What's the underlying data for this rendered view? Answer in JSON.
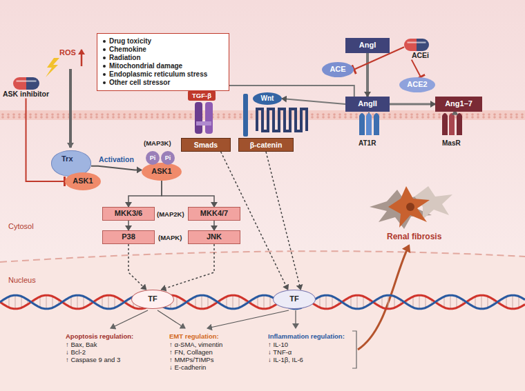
{
  "diagram": {
    "nodes": [
      {
        "text": [
          "ASK inhibitor"
        ]
      },
      {
        "text": [
          "Drug toxicity",
          "Chemokine",
          "Radiation",
          "Mitochondrial damage",
          "Endoplasmic reticulum stress",
          "Other cell stressor"
        ]
      },
      {
        "text": [
          "Trx"
        ]
      },
      {
        "text": [
          "ASK1"
        ]
      },
      {
        "text": [
          "ASK1"
        ]
      },
      {
        "text": [
          "Pi"
        ],
        "in": 4
      },
      {
        "text": [
          "Pi"
        ],
        "in": 4
      },
      {
        "text": [
          "MKK3/6"
        ]
      },
      {
        "text": [
          "MKK4/7"
        ]
      },
      {
        "text": [
          "P38"
        ]
      },
      {
        "text": [
          "JNK"
        ]
      },
      {
        "text": [
          "TGF-β"
        ]
      },
      {
        "text": [
          "Wnt"
        ]
      },
      {
        "text": [
          "Smads"
        ]
      },
      {
        "text": [
          "β-catenin"
        ]
      },
      {
        "text": [
          "AngI"
        ]
      },
      {
        "text": [
          "ACE"
        ]
      },
      {
        "text": [
          "ACEi"
        ]
      },
      {
        "text": [
          "ACE2"
        ]
      },
      {
        "text": [
          "AngII"
        ]
      },
      {
        "text": [
          "Ang1–7"
        ]
      },
      {
        "text": [
          "TF"
        ]
      },
      {
        "text": [
          "TF"
        ]
      }
    ],
    "edges": [
      {
        "from": 0,
        "to": 3,
        "arrow": "to"
      },
      {
        "from": 2,
        "to": 4,
        "label": "Activation",
        "arrow": "to"
      },
      {
        "from": 4,
        "to": 7,
        "arrow": "to"
      },
      {
        "from": 4,
        "to": 8,
        "arrow": "to"
      },
      {
        "from": 7,
        "to": 9,
        "arrow": "to"
      },
      {
        "from": 8,
        "to": 10,
        "arrow": "to"
      },
      {
        "from": 9,
        "to": 21,
        "arrow": "to"
      },
      {
        "from": 10,
        "to": 21,
        "arrow": "to"
      },
      {
        "from": 15,
        "to": 19,
        "arrow": "to"
      },
      {
        "from": 19,
        "to": 20,
        "arrow": "to"
      },
      {
        "from": 17,
        "to": 16,
        "arrow": "to"
      },
      {
        "from": 17,
        "to": 18,
        "arrow": "to"
      },
      {
        "from": 19,
        "to": 11,
        "arrow": "to"
      },
      {
        "from": 19,
        "to": 12,
        "arrow": "to"
      },
      {
        "from": 13,
        "to": 22,
        "arrow": "to"
      },
      {
        "from": 14,
        "to": 22,
        "arrow": "to"
      }
    ],
    "labels": [
      "ROS",
      "(MAP3K)",
      "(MAP2K)",
      "(MAPK)",
      "AT1R",
      "MasR",
      "Cytosol",
      "Nucleus",
      "Renal fibrosis",
      "Apoptosis regulation:",
      "↑ Bax, Bak",
      "↓ Bcl-2",
      "↑ Caspase 9 and 3",
      "EMT regulation:",
      "↑ α-SMA, vimentin",
      "↑ FN, Collagen",
      "↑ MMPs/TIMPs",
      "↓ E-cadherin",
      "Inflammation regulation:",
      "↑ IL-10",
      "↓ TNF-α",
      "↓ IL-1β, IL-6"
    ]
  }
}
